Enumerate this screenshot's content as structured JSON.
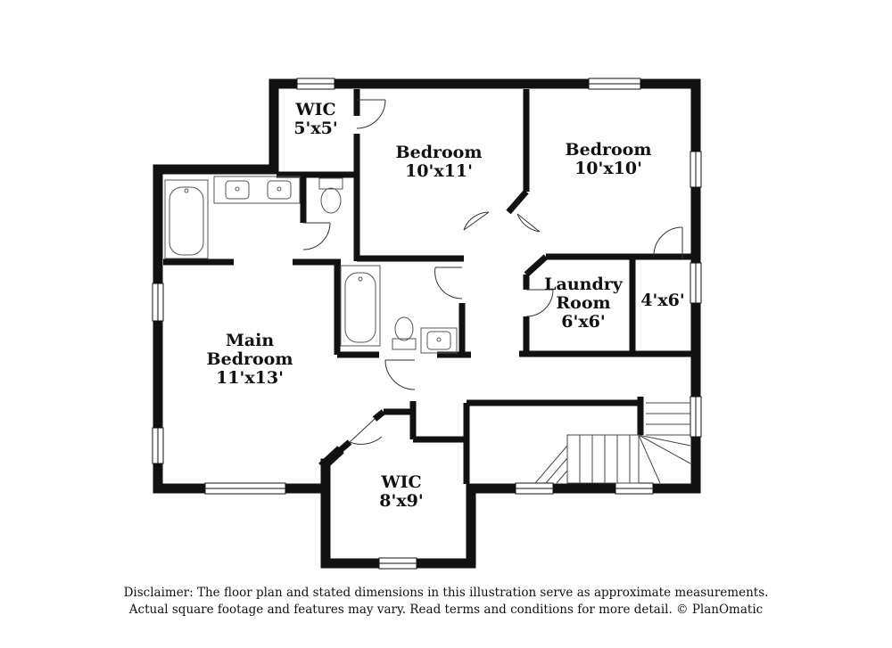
{
  "rooms": {
    "wic_small": {
      "name": "WIC",
      "dim": "5'x5'"
    },
    "bedroom_2": {
      "name": "Bedroom",
      "dim": "10'x11'"
    },
    "bedroom_3": {
      "name": "Bedroom",
      "dim": "10'x10'"
    },
    "laundry": {
      "line1": "Laundry",
      "line2": "Room",
      "dim": "6'x6'"
    },
    "closet": {
      "dim": "4'x6'"
    },
    "main_bedroom": {
      "line1": "Main",
      "line2": "Bedroom",
      "dim": "11'x13'"
    },
    "wic_large": {
      "name": "WIC",
      "dim": "8'x9'"
    }
  },
  "disclaimer": {
    "line1": "Disclaimer: The floor plan and stated dimensions in this illustration serve as approximate measurements.",
    "line2": "Actual square footage and features may vary. Read terms and conditions for more detail. © PlanOmatic"
  },
  "colors": {
    "wall": "#111111",
    "fixture": "#555555",
    "background": "#ffffff"
  }
}
